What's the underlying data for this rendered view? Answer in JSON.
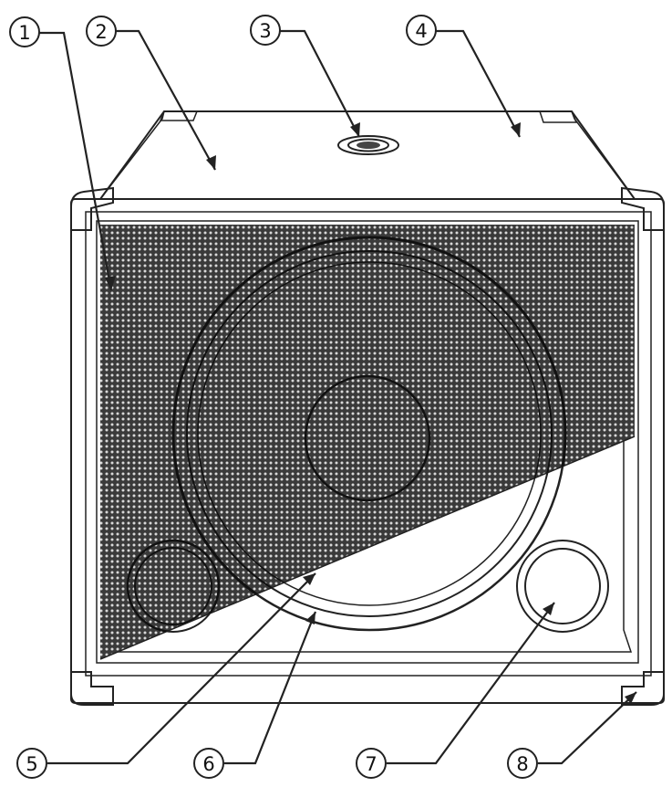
{
  "callouts": [
    {
      "number": "1",
      "part": "grille-frame-edge"
    },
    {
      "number": "2",
      "part": "cabinet-top-left"
    },
    {
      "number": "3",
      "part": "pole-mount-socket"
    },
    {
      "number": "4",
      "part": "cabinet-top-right"
    },
    {
      "number": "5",
      "part": "front-grille"
    },
    {
      "number": "6",
      "part": "woofer"
    },
    {
      "number": "7",
      "part": "bass-port"
    },
    {
      "number": "8",
      "part": "corner-protector"
    }
  ],
  "colors": {
    "line": "#222222",
    "grille": "#3a3a3a",
    "background": "#ffffff"
  }
}
